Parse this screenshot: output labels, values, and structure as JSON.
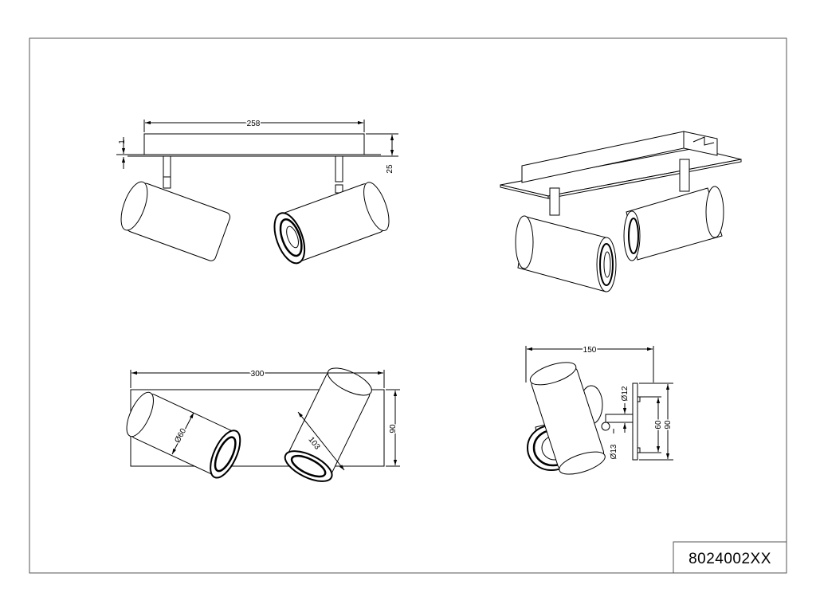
{
  "model_number": "8024002XX",
  "views": {
    "front": {
      "width_label": "258",
      "plate_thickness_label": "1",
      "height_label": "25"
    },
    "top": {
      "length_label": "300",
      "depth_label": "90",
      "diameter_label": "Ø60",
      "spot_length_label": "103"
    },
    "side": {
      "width_label": "150",
      "rod_diameter_label": "Ø12",
      "joint_diameter_label": "Ø13",
      "mount_inner_label": "60",
      "mount_outer_label": "90"
    }
  }
}
